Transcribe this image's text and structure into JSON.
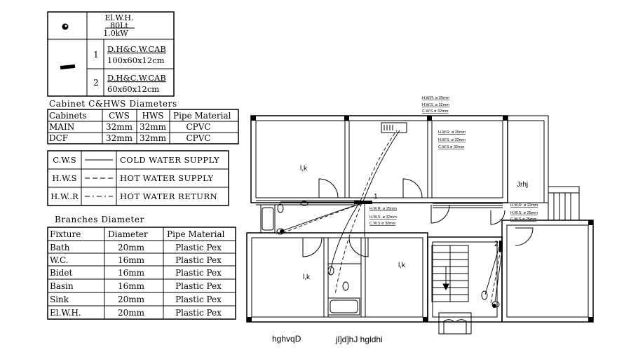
{
  "legend": {
    "heater_symbol": "El.W.H.",
    "heater_volume": "80Lt",
    "heater_power": "1.0kW",
    "cabinets": [
      {
        "num": "1",
        "name": "D.H&C.W.CAB",
        "size": "100x60x12cm"
      },
      {
        "num": "2",
        "name": "D.H&C.W.CAB",
        "size": "60x60x12cm"
      }
    ]
  },
  "cabinet_table": {
    "title": "Cabinet C&HWS Diameters",
    "headers": [
      "Cabinets",
      "CWS",
      "HWS",
      "Pipe Material"
    ],
    "rows": [
      [
        "MAIN",
        "32mm",
        "32mm",
        "CPVC"
      ],
      [
        "DCF",
        "32mm",
        "32mm",
        "CPVC"
      ]
    ]
  },
  "line_legend": [
    {
      "code": "C.W.S",
      "label": "COLD WATER SUPPLY",
      "style": "solid"
    },
    {
      "code": "H.W.S",
      "label": "HOT WATER SUPPLY",
      "style": "dashed"
    },
    {
      "code": "H.W..R",
      "label": "HOT WATER RETURN",
      "style": "dashdot"
    }
  ],
  "branches_table": {
    "title": "Branches Diameter",
    "headers": [
      "Fixture",
      "Diameter",
      "Pipe Material"
    ],
    "rows": [
      [
        "Bath",
        "20mm",
        "Plastic Pex"
      ],
      [
        "W.C.",
        "16mm",
        "Plastic Pex"
      ],
      [
        "Bidet",
        "16mm",
        "Plastic Pex"
      ],
      [
        "Basin",
        "16mm",
        "Plastic Pex"
      ],
      [
        "Sink",
        "20mm",
        "Plastic Pex"
      ],
      [
        "El.W.H.",
        "20mm",
        "Plastic Pex"
      ]
    ]
  },
  "plan": {
    "top_note": [
      "H.W.R. ø 25mm",
      "H.W.S. ø 32mm",
      "C.W.S ø 32mm"
    ],
    "right_note": [
      "H.W.R. ø 20mm",
      "H.W.S. ø 32mm",
      "C.W.S ø 32mm"
    ],
    "mid_note": [
      "H.W.R. ø 25mm",
      "H.W.S. ø 32mm",
      "C.W.S ø 32mm"
    ],
    "east_note": [
      "H.W.R. ø 22mm",
      "H.W.S. ø 25mm",
      "C.W.S ø 25mm"
    ],
    "room_labels": [
      "l,k",
      "Jrhj",
      "l,k",
      "l,k"
    ],
    "cabinet_tags": [
      "1",
      "2"
    ],
    "captions": [
      "hghvqD",
      "jl]d]hJ hgldhi"
    ]
  }
}
